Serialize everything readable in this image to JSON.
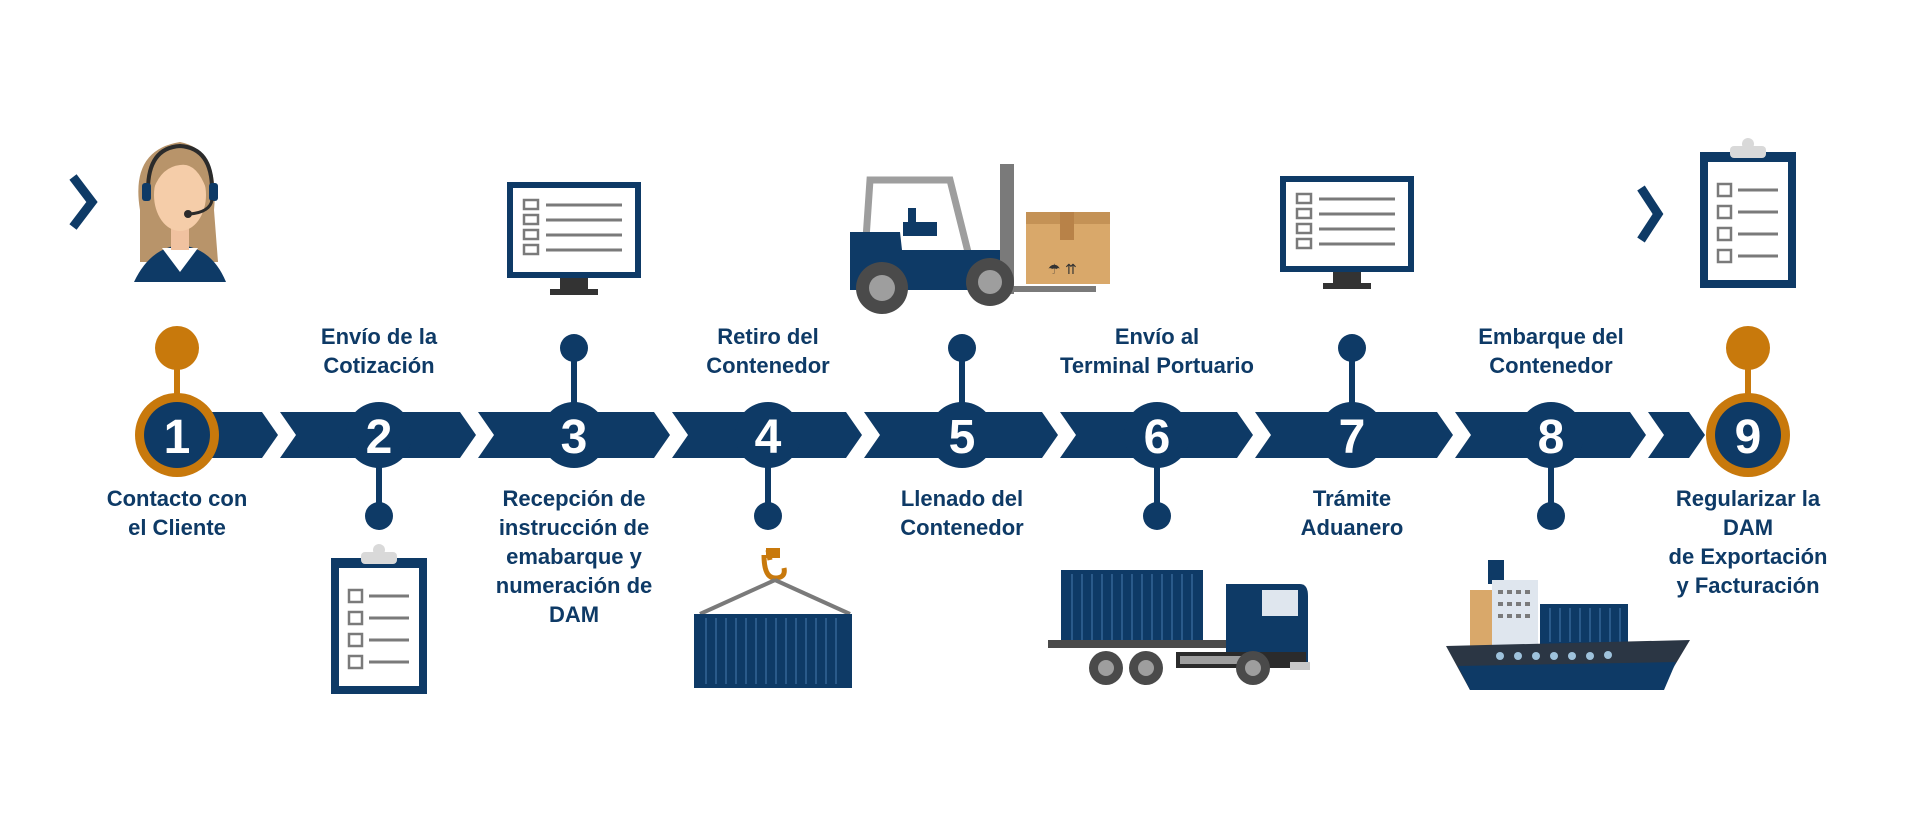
{
  "colors": {
    "navy": "#0e3a66",
    "orange": "#c8790c",
    "gray": "#7a7a7a",
    "light_gray": "#d9d9d9",
    "box": "#d9a86a",
    "white": "#ffffff"
  },
  "steps": [
    {
      "number": "1",
      "label": "Contacto con\nel Cliente",
      "label_pos": "bottom",
      "icon": "customer-service-agent-icon",
      "highlight": true
    },
    {
      "number": "2",
      "label": "Envío de la\nCotización",
      "label_pos": "top",
      "icon": "clipboard-icon",
      "highlight": false
    },
    {
      "number": "3",
      "label": "Recepción de\ninstrucción de\nemabarque y\nnumeración de\nDAM",
      "label_pos": "bottom",
      "icon": "monitor-checklist-icon",
      "highlight": false
    },
    {
      "number": "4",
      "label": "Retiro del\nContenedor",
      "label_pos": "top",
      "icon": "crane-container-icon",
      "highlight": false
    },
    {
      "number": "5",
      "label": "Llenado del\nContenedor",
      "label_pos": "bottom",
      "icon": "forklift-icon",
      "highlight": false
    },
    {
      "number": "6",
      "label": "Envío al\nTerminal Portuario",
      "label_pos": "top",
      "icon": "container-truck-icon",
      "highlight": false
    },
    {
      "number": "7",
      "label": "Trámite\nAduanero",
      "label_pos": "bottom",
      "icon": "monitor-checklist-icon",
      "highlight": false
    },
    {
      "number": "8",
      "label": "Embarque del\nContenedor",
      "label_pos": "top",
      "icon": "cargo-ship-icon",
      "highlight": false
    },
    {
      "number": "9",
      "label": "Regularizar la DAM\nde Exportación\ny Facturación",
      "label_pos": "bottom",
      "icon": "clipboard-icon",
      "highlight": true
    }
  ]
}
